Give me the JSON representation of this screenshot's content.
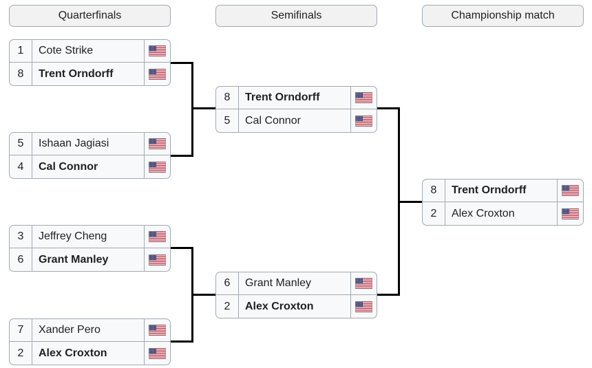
{
  "rounds": [
    {
      "title": "Quarterfinals"
    },
    {
      "title": "Semifinals"
    },
    {
      "title": "Championship match"
    }
  ],
  "matches": {
    "qf1": [
      {
        "seed": "1",
        "name": "Cote Strike",
        "winner": false
      },
      {
        "seed": "8",
        "name": "Trent Orndorff",
        "winner": true
      }
    ],
    "qf2": [
      {
        "seed": "5",
        "name": "Ishaan Jagiasi",
        "winner": false
      },
      {
        "seed": "4",
        "name": "Cal Connor",
        "winner": true
      }
    ],
    "qf3": [
      {
        "seed": "3",
        "name": "Jeffrey Cheng",
        "winner": false
      },
      {
        "seed": "6",
        "name": "Grant Manley",
        "winner": true
      }
    ],
    "qf4": [
      {
        "seed": "7",
        "name": "Xander Pero",
        "winner": false
      },
      {
        "seed": "2",
        "name": "Alex Croxton",
        "winner": true
      }
    ],
    "sf1": [
      {
        "seed": "8",
        "name": "Trent Orndorff",
        "winner": true
      },
      {
        "seed": "5",
        "name": "Cal Connor",
        "winner": false
      }
    ],
    "sf2": [
      {
        "seed": "6",
        "name": "Grant Manley",
        "winner": false
      },
      {
        "seed": "2",
        "name": "Alex Croxton",
        "winner": true
      }
    ],
    "final": [
      {
        "seed": "8",
        "name": "Trent Orndorff",
        "winner": true
      },
      {
        "seed": "2",
        "name": "Alex Croxton",
        "winner": false
      }
    ]
  },
  "flag_icon": "us-flag-icon",
  "colors": {
    "box_bg": "#f8f9fa",
    "header_bg": "#f2f2f2",
    "border": "#a2a9b1",
    "connector": "#000000"
  }
}
